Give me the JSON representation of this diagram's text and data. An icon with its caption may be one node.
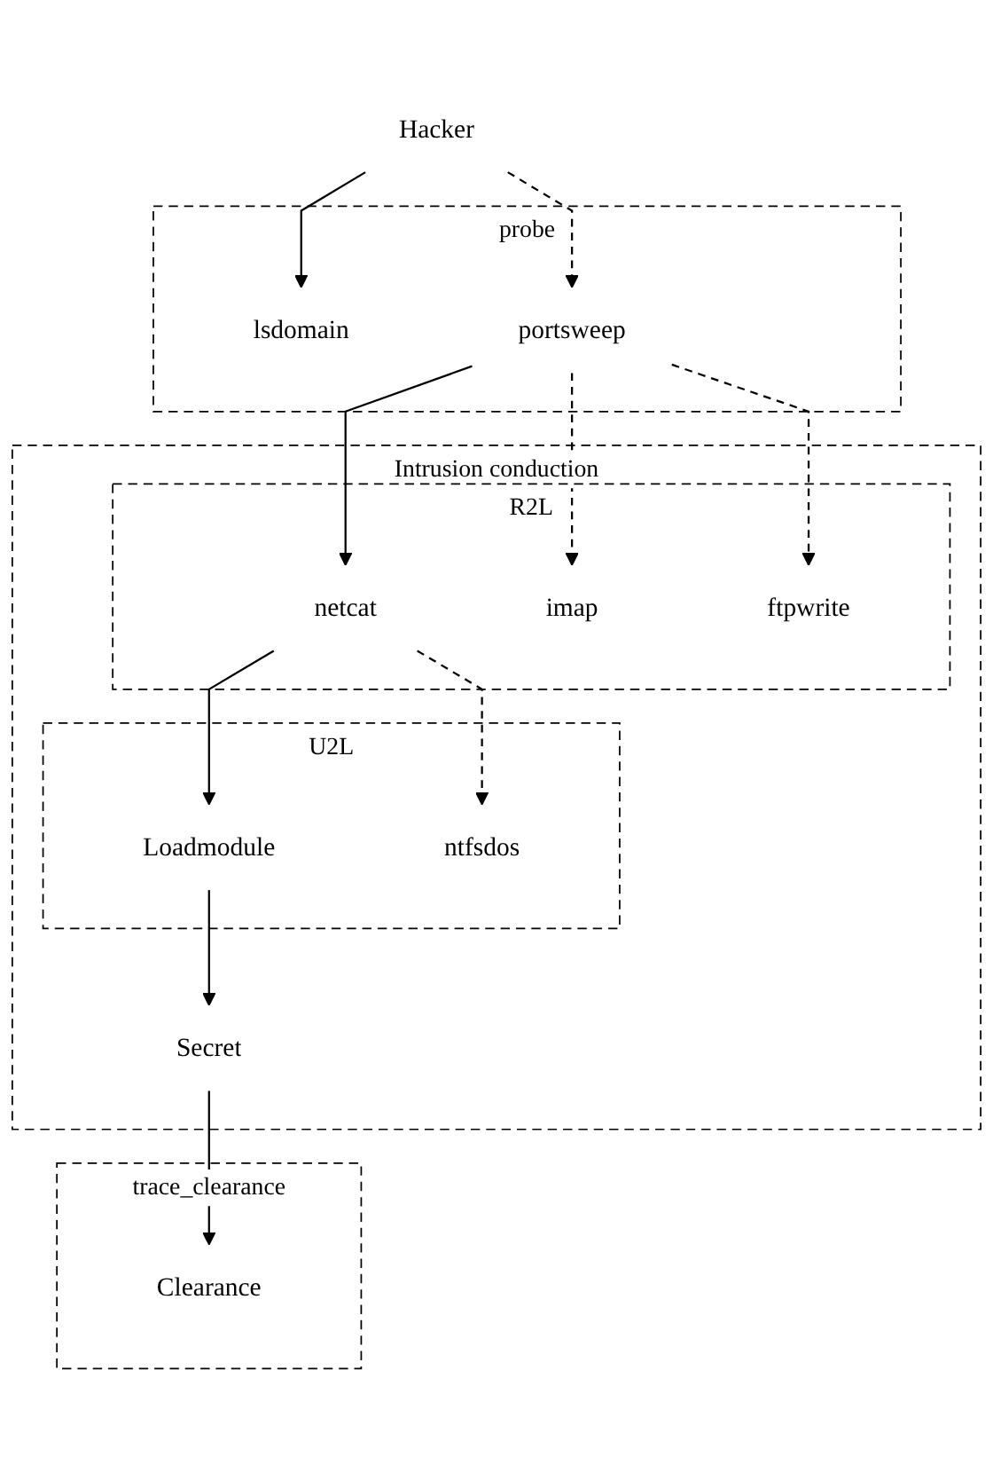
{
  "diagram": {
    "nodes": [
      {
        "text": [
          "Hacker"
        ]
      },
      {
        "text": [
          "probe"
        ]
      },
      {
        "text": [
          "lsdomain"
        ],
        "in": 1
      },
      {
        "text": [
          "portsweep"
        ],
        "in": 1
      },
      {
        "text": [
          "Intrusion conduction"
        ]
      },
      {
        "text": [
          "R2L"
        ],
        "in": 4
      },
      {
        "text": [
          "netcat"
        ],
        "in": 5
      },
      {
        "text": [
          "imap"
        ],
        "in": 5
      },
      {
        "text": [
          "ftpwrite"
        ],
        "in": 5
      },
      {
        "text": [
          "U2L"
        ],
        "in": 4
      },
      {
        "text": [
          "Loadmodule"
        ],
        "in": 9
      },
      {
        "text": [
          "ntfsdos"
        ],
        "in": 9
      },
      {
        "text": [
          "Secret"
        ],
        "in": 4
      },
      {
        "text": [
          "trace_clearance"
        ]
      },
      {
        "text": [
          "Clearance"
        ],
        "in": 13
      }
    ],
    "edges": [
      {
        "from": 0,
        "to": 2,
        "arrow": "to"
      },
      {
        "from": 0,
        "to": 3,
        "arrow": "to",
        "style": "dashed"
      },
      {
        "from": 3,
        "to": 6,
        "arrow": "to"
      },
      {
        "from": 3,
        "to": 7,
        "arrow": "to",
        "style": "dashed"
      },
      {
        "from": 3,
        "to": 8,
        "arrow": "to",
        "style": "dashed"
      },
      {
        "from": 6,
        "to": 10,
        "arrow": "to"
      },
      {
        "from": 6,
        "to": 11,
        "arrow": "to",
        "style": "dashed"
      },
      {
        "from": 10,
        "to": 12,
        "arrow": "to"
      },
      {
        "from": 12,
        "to": 14,
        "arrow": "to"
      }
    ]
  }
}
